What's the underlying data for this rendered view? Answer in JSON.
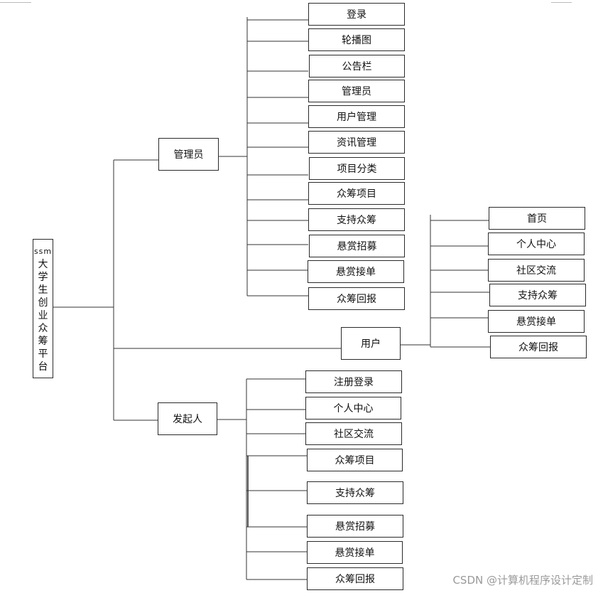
{
  "root": {
    "prefix": "ssm",
    "chars": [
      "大",
      "学",
      "生",
      "创",
      "业",
      "众",
      "筹",
      "平",
      "台"
    ]
  },
  "admin": {
    "label": "管理员",
    "items": [
      "登录",
      "轮播图",
      "公告栏",
      "管理员",
      "用户管理",
      "资讯管理",
      "项目分类",
      "众筹项目",
      "支持众筹",
      "悬赏招募",
      "悬赏接单",
      "众筹回报"
    ]
  },
  "user": {
    "label": "用户",
    "items": [
      "首页",
      "个人中心",
      "社区交流",
      "支持众筹",
      "悬赏接单",
      "众筹回报"
    ]
  },
  "initiator": {
    "label": "发起人",
    "items": [
      "注册登录",
      "个人中心",
      "社区交流",
      "众筹项目",
      "支持众筹",
      "悬赏招募",
      "悬赏接单",
      "众筹回报"
    ]
  },
  "watermark": "CSDN @计算机程序设计定制"
}
